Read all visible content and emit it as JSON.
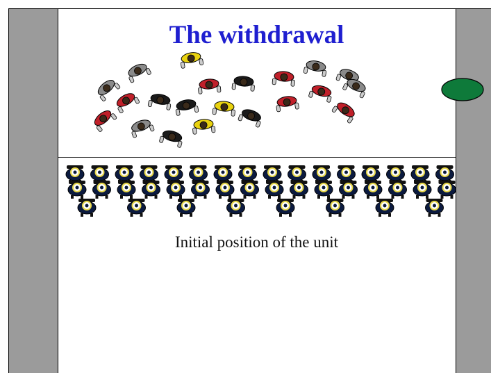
{
  "title": "The withdrawal",
  "caption": "Initial position of the unit",
  "colors": {
    "title": "#1f1fd0",
    "wall": "#9b9b9b",
    "obstacle": "#0e7a3a",
    "officer_body": "#0b1a3f",
    "officer_helmet": "#e8d84a"
  },
  "crowd": [
    {
      "color": "#e9d20f"
    },
    {
      "color": "#8a8a8a"
    },
    {
      "color": "#8a8a8a"
    },
    {
      "color": "#c0202a"
    },
    {
      "color": "#8a8a8a"
    },
    {
      "color": "#8a8a8a"
    },
    {
      "color": "#c0202a"
    },
    {
      "color": "#1a1a1a"
    },
    {
      "color": "#c0202a"
    },
    {
      "color": "#c0202a"
    },
    {
      "color": "#1a1a1a"
    },
    {
      "color": "#e9d20f"
    },
    {
      "color": "#c0202a"
    },
    {
      "color": "#c0202a"
    },
    {
      "color": "#e9d20f"
    },
    {
      "color": "#1a1a1a"
    },
    {
      "color": "#1a1a1a"
    },
    {
      "color": "#1a1a1a"
    },
    {
      "color": "#c0202a"
    },
    {
      "color": "#8a8a8a"
    },
    {
      "color": "#8a8a8a"
    }
  ],
  "unit": {
    "front_rank_count": 16,
    "second_rank_count": 16,
    "rear_rank_count": 8
  }
}
